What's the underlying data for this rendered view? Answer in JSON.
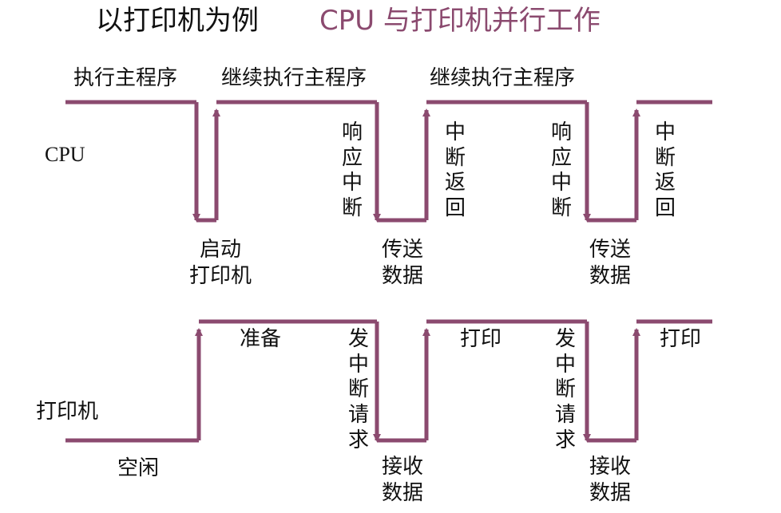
{
  "title": {
    "main": "以打印机为例",
    "sub": "CPU 与打印机并行工作"
  },
  "colors": {
    "waveform": "#8b4a6f",
    "text": "#111111"
  },
  "cpu_row": {
    "row_label": "CPU",
    "top_labels": [
      "执行主程序",
      "继续执行主程序",
      "继续执行主程序"
    ],
    "vertical_labels": [
      "响应中断",
      "中断返回",
      "响应中断",
      "中断返回"
    ],
    "bottom_labels": [
      "启动\n打印机",
      "传送\n数据",
      "传送\n数据"
    ]
  },
  "printer_row": {
    "row_label": "打印机",
    "top_labels": [
      "准备",
      "打印",
      "打印"
    ],
    "vertical_labels": [
      "发中断请求",
      "发中断请求"
    ],
    "bottom_labels": [
      "空闲",
      "接收\n数据",
      "接收\n数据"
    ]
  }
}
